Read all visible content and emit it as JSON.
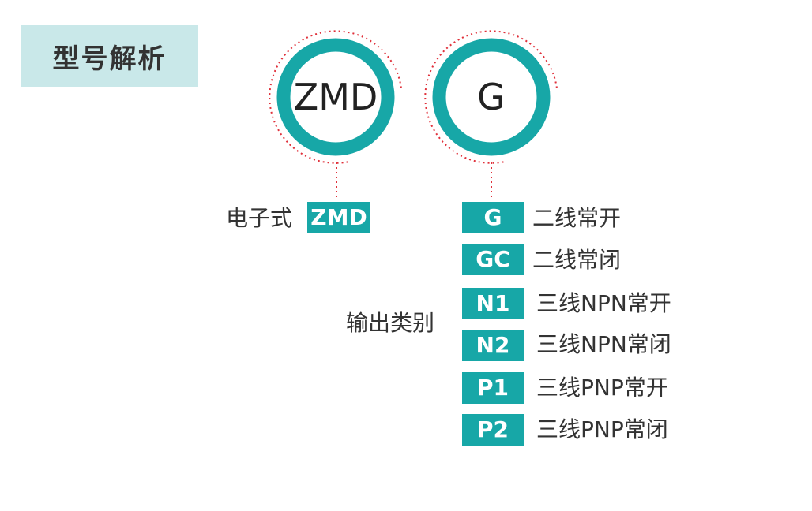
{
  "title": "型号解析",
  "colors": {
    "teal": "#17a7a7",
    "title_bg": "#c9e8e9",
    "dotted_red": "#e0303a"
  },
  "codes": {
    "series": {
      "code": "ZMD",
      "label": "电子式",
      "badge": "ZMD"
    },
    "output": {
      "code": "G",
      "label": "输出类别"
    }
  },
  "output_options": [
    {
      "code": "G",
      "desc": "二线常开"
    },
    {
      "code": "GC",
      "desc": "二线常闭"
    },
    {
      "code": "N1",
      "desc": "三线NPN常开"
    },
    {
      "code": "N2",
      "desc": "三线NPN常闭"
    },
    {
      "code": "P1",
      "desc": "三线PNP常开"
    },
    {
      "code": "P2",
      "desc": "三线PNP常闭"
    }
  ]
}
